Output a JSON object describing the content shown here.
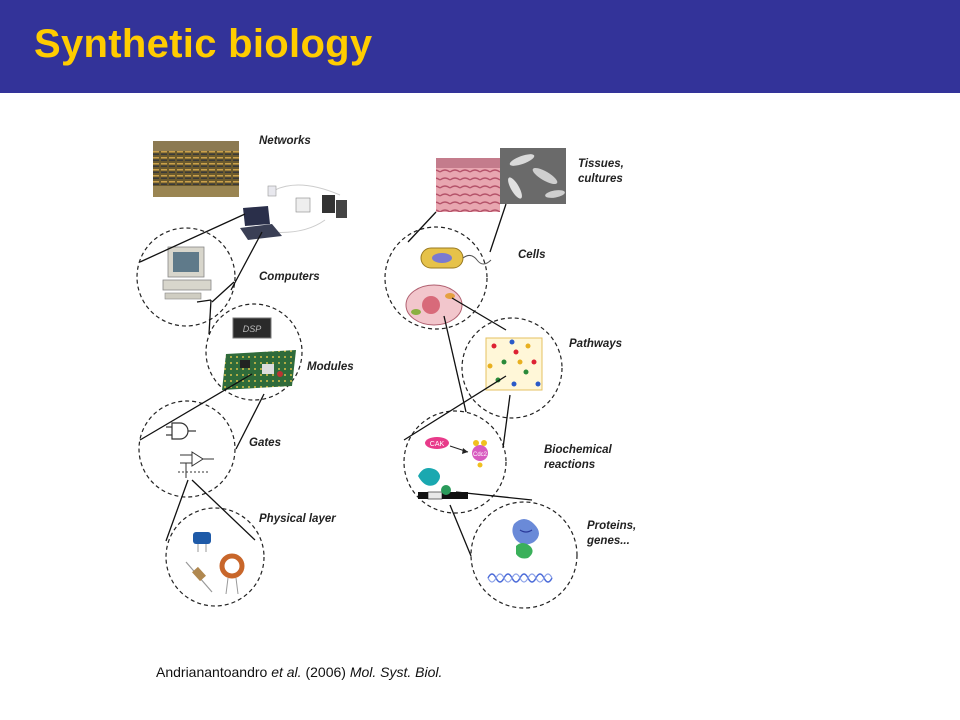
{
  "header": {
    "title": "Synthetic biology"
  },
  "figure": {
    "left_column": {
      "labels": [
        "Networks",
        "Computers",
        "Modules",
        "Gates",
        "Physical layer"
      ]
    },
    "right_column": {
      "labels": [
        "Tissues, cultures",
        "Cells",
        "Pathways",
        "Biochemical reactions",
        "Proteins, genes..."
      ]
    },
    "chip_text": "DSP",
    "cak_text": "CAK",
    "cdc2_text": "Cdc2"
  },
  "citation": {
    "authors": "Andrianantoandro",
    "etal": "et al.",
    "year": "(2006)",
    "journal": "Mol. Syst. Biol."
  },
  "colors": {
    "header_bg": "#333399",
    "title_color": "#ffcc00"
  }
}
